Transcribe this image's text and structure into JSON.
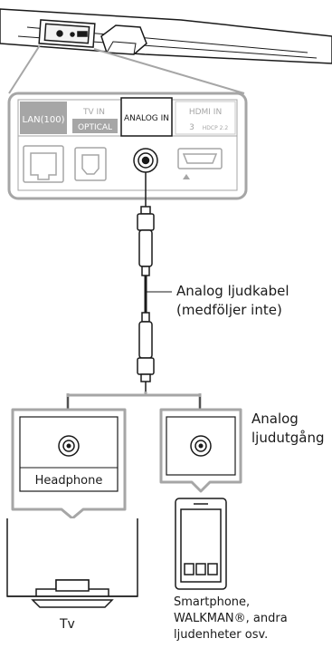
{
  "device_panel": {
    "labels": {
      "lan": "LAN(100)",
      "tv_in": "TV IN",
      "optical": "OPTICAL",
      "analog_in": "ANALOG IN",
      "hdmi_in": "HDMI IN",
      "hdmi_number": "3",
      "hdcp": "HDCP 2.2"
    }
  },
  "cable": {
    "label_line1": "Analog ljudkabel",
    "label_line2": "(medföljer inte)"
  },
  "headphone_box": {
    "label": "Headphone"
  },
  "analog_output": {
    "label_line1": "Analog",
    "label_line2": "ljudutgång"
  },
  "tv": {
    "label": "Tv"
  },
  "smartphone": {
    "label_line1": "Smartphone,",
    "label_line2": "WALKMAN®, andra",
    "label_line3": "ljudenheter osv."
  },
  "colors": {
    "accent_gray": "#a6a6a6",
    "line": "#1a1a1a"
  }
}
